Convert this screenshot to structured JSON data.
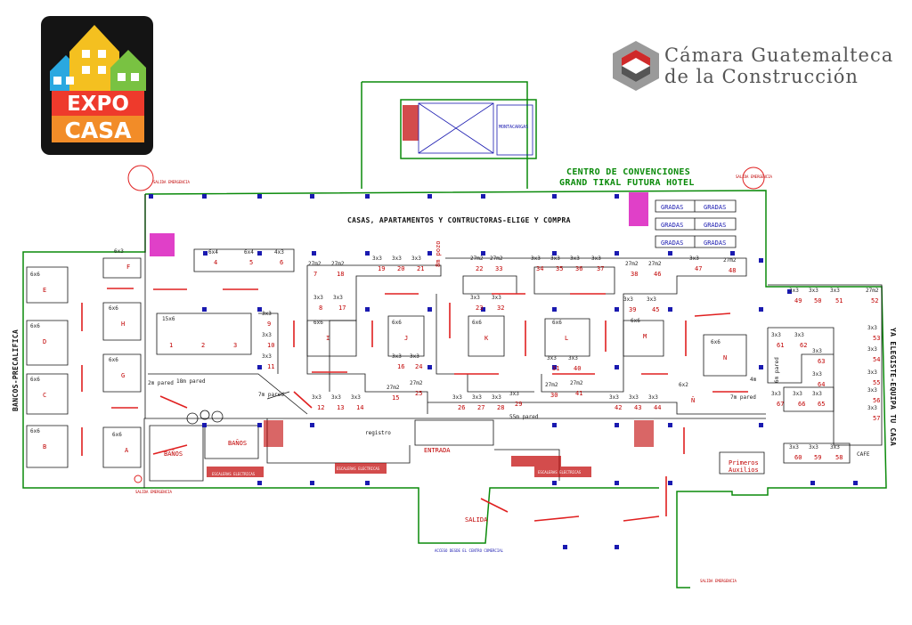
{
  "logos": {
    "expocasa": {
      "line1": "EXPO",
      "line2": "CASA"
    },
    "camara": {
      "line1": "Cámara Guatemalteca",
      "line2": "de la Construcción"
    }
  },
  "venue": {
    "line1": "CENTRO DE CONVENCIONES",
    "line2": "GRAND TIKAL FUTURA HOTEL"
  },
  "sections": {
    "main": "CASAS, APARTAMENTOS Y CONTRUCTORAS-ELIGE Y COMPRA",
    "left": "BANCOS-PRECALIFICA",
    "right": "YA ELEGISTE-EQUIPA TU CASA"
  },
  "facilities": {
    "gradas": "GRADAS",
    "montacargas": "MONTACARGAS",
    "banos": "BAÑOS",
    "entrada": "ENTRADA",
    "salida": "SALIDA",
    "registro": "registro",
    "cafe": "CAFE",
    "primeros": "Primeros",
    "auxilios": "Auxilios",
    "salida_emergencia": "SALIDA EMERGENCIA",
    "acceso": "ACCESO DESDE EL CENTRO COMERCIAL",
    "escaleras": "ESCALERAS ELECTRICAS"
  },
  "notes": {
    "pared_18": "18m pared",
    "pared_2m": "2m pared",
    "pared_7m": "7m pared",
    "pared_55": "55m pared",
    "pared_7m_b": "7m pared",
    "pared_6m": "6m pared",
    "pozo": "8m pozo",
    "m4": "4m"
  },
  "booths": [
    {
      "n": "4",
      "s": "6x4"
    },
    {
      "n": "5",
      "s": "6x4"
    },
    {
      "n": "6",
      "s": "4x3"
    },
    {
      "n": "7",
      "s": "27m2"
    },
    {
      "n": "18",
      "s": "27m2"
    },
    {
      "n": "19",
      "s": "3x3"
    },
    {
      "n": "20",
      "s": "3x3"
    },
    {
      "n": "21",
      "s": "3x3"
    },
    {
      "n": "22",
      "s": "27m2"
    },
    {
      "n": "33",
      "s": "27m2"
    },
    {
      "n": "34",
      "s": "3x3"
    },
    {
      "n": "35",
      "s": "3x3"
    },
    {
      "n": "36",
      "s": "3x3"
    },
    {
      "n": "37",
      "s": "3x3"
    },
    {
      "n": "38",
      "s": "27m2"
    },
    {
      "n": "46",
      "s": "27m2"
    },
    {
      "n": "47",
      "s": "3x3"
    },
    {
      "n": "48",
      "s": "27m2"
    },
    {
      "n": "8",
      "s": "3x3"
    },
    {
      "n": "17",
      "s": "3x3"
    },
    {
      "n": "23",
      "s": "3x3"
    },
    {
      "n": "32",
      "s": "3x3"
    },
    {
      "n": "39",
      "s": "3x3"
    },
    {
      "n": "45",
      "s": "3x3"
    },
    {
      "n": "9",
      "s": "3x3"
    },
    {
      "n": "10",
      "s": "3x3"
    },
    {
      "n": "11",
      "s": "3x3"
    },
    {
      "n": "16",
      "s": "3x3"
    },
    {
      "n": "24",
      "s": "3x3"
    },
    {
      "n": "31",
      "s": "3x3"
    },
    {
      "n": "40",
      "s": "3x3"
    },
    {
      "n": "12",
      "s": "3x3"
    },
    {
      "n": "13",
      "s": "3x3"
    },
    {
      "n": "14",
      "s": "3x3"
    },
    {
      "n": "15",
      "s": "27m2"
    },
    {
      "n": "25",
      "s": "27m2"
    },
    {
      "n": "26",
      "s": "3x3"
    },
    {
      "n": "27",
      "s": "3x3"
    },
    {
      "n": "28",
      "s": "3x3"
    },
    {
      "n": "29",
      "s": "3x3"
    },
    {
      "n": "30",
      "s": "27m2"
    },
    {
      "n": "41",
      "s": "27m2"
    },
    {
      "n": "42",
      "s": "3x3"
    },
    {
      "n": "43",
      "s": "3x3"
    },
    {
      "n": "44",
      "s": "3x3"
    },
    {
      "n": "49",
      "s": "3x3"
    },
    {
      "n": "50",
      "s": "3x3"
    },
    {
      "n": "51",
      "s": "3x3"
    },
    {
      "n": "52",
      "s": "27m2"
    },
    {
      "n": "53",
      "s": "3x3"
    },
    {
      "n": "54",
      "s": "3x3"
    },
    {
      "n": "55",
      "s": "3x3"
    },
    {
      "n": "56",
      "s": "3x3"
    },
    {
      "n": "57",
      "s": "3x3"
    },
    {
      "n": "58",
      "s": "3x3"
    },
    {
      "n": "59",
      "s": "3x3"
    },
    {
      "n": "60",
      "s": "3x3"
    },
    {
      "n": "61",
      "s": "3x3"
    },
    {
      "n": "62",
      "s": "3x3"
    },
    {
      "n": "63",
      "s": "3x3"
    },
    {
      "n": "64",
      "s": "3x3"
    },
    {
      "n": "65",
      "s": "3x3"
    },
    {
      "n": "66",
      "s": "3x3"
    },
    {
      "n": "67",
      "s": "3x3"
    }
  ],
  "big_stands": [
    {
      "l": "I",
      "s": "6x6"
    },
    {
      "l": "J",
      "s": "6x6"
    },
    {
      "l": "K",
      "s": "6x6"
    },
    {
      "l": "L",
      "s": "6x6"
    },
    {
      "l": "M",
      "s": "6x6"
    },
    {
      "l": "N",
      "s": "6x6"
    },
    {
      "l": "Ñ",
      "s": "6x2"
    },
    {
      "l": "E",
      "s": "6x6"
    },
    {
      "l": "D",
      "s": "6x6"
    },
    {
      "l": "C",
      "s": "6x6"
    },
    {
      "l": "B",
      "s": "6x6"
    },
    {
      "l": "F",
      "s": "6x3"
    },
    {
      "l": "H",
      "s": "6x6"
    },
    {
      "l": "G",
      "s": "6x6"
    },
    {
      "l": "A",
      "s": "6x6"
    }
  ],
  "hall_123": {
    "size": "15x6",
    "numbers": [
      "1",
      "2",
      "3"
    ]
  }
}
